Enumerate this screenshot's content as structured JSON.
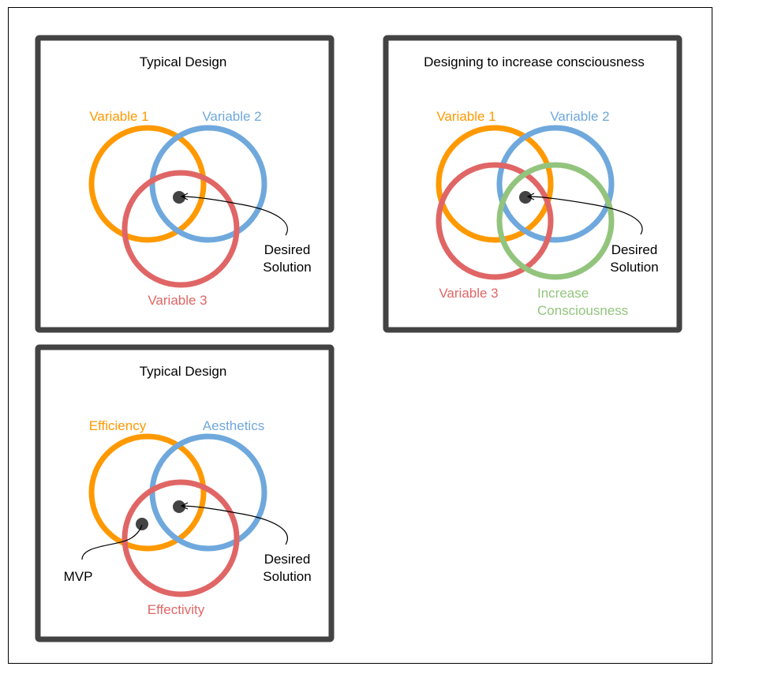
{
  "colors": {
    "orange": "#FF9900",
    "blue": "#6FA8DC",
    "red": "#E06666",
    "green": "#93C47D",
    "frame": "#434343",
    "dot": "#434343",
    "text": "#000000"
  },
  "panel1": {
    "title": "Typical Design",
    "circle_labels": [
      "Variable 1",
      "Variable 2",
      "Variable 3"
    ],
    "solution_label": [
      "Desired",
      "Solution"
    ]
  },
  "panel2": {
    "title": "Designing to increase consciousness",
    "circle_labels": [
      "Variable 1",
      "Variable 2",
      "Variable 3"
    ],
    "extra_label": [
      "Increase",
      "Consciousness"
    ],
    "solution_label": [
      "Desired",
      "Solution"
    ]
  },
  "panel3": {
    "title": "Typical Design",
    "circle_labels": [
      "Efficiency",
      "Aesthetics",
      "Effectivity"
    ],
    "solution_label": [
      "Desired",
      "Solution"
    ],
    "mvp_label": "MVP"
  }
}
